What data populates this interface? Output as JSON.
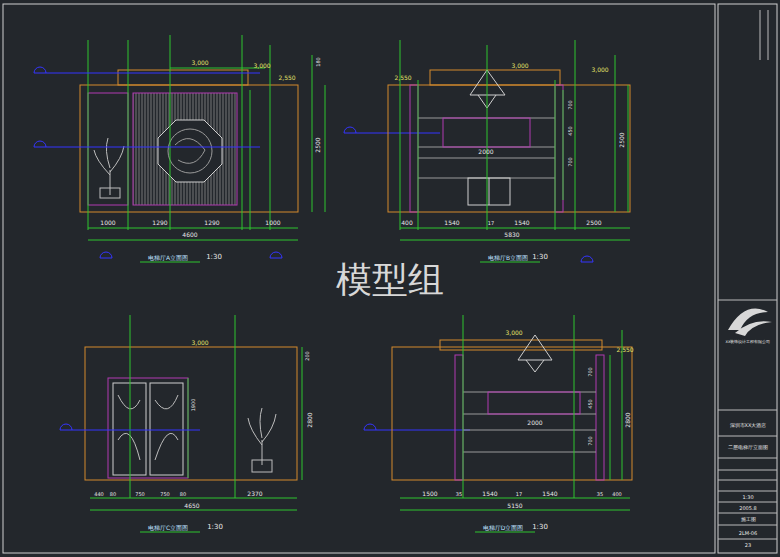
{
  "diagram": {
    "labels": [
      "3,000",
      "3,000",
      "2,550",
      "180",
      "2500",
      "1000",
      "1290",
      "1290",
      "1000",
      "4600",
      "电梯厅A立面图",
      "1:30",
      "2,550",
      "3,000",
      "3,000",
      "700",
      "450",
      "700",
      "2500",
      "2000",
      "400",
      "1540",
      "17",
      "1540",
      "2500",
      "5830",
      "电梯厅B立面图",
      "1:30",
      "3,000",
      "200",
      "1900",
      "2800",
      "440",
      "80",
      "750",
      "750",
      "80",
      "2370",
      "4650",
      "电梯厅C立面图",
      "1:30",
      "3,000",
      "2,550",
      "700",
      "450",
      "700",
      "2800",
      "2000",
      "1500",
      "35",
      "1540",
      "17",
      "1540",
      "35",
      "400",
      "5150",
      "电梯厅D立面图",
      "1:30",
      "模型组",
      "XX装饰设计工程有限公司",
      "深圳市XX大酒店",
      "二层电梯厅立面图",
      "1:30",
      "2005.8",
      "施工图",
      "2LM-06",
      "23"
    ]
  }
}
